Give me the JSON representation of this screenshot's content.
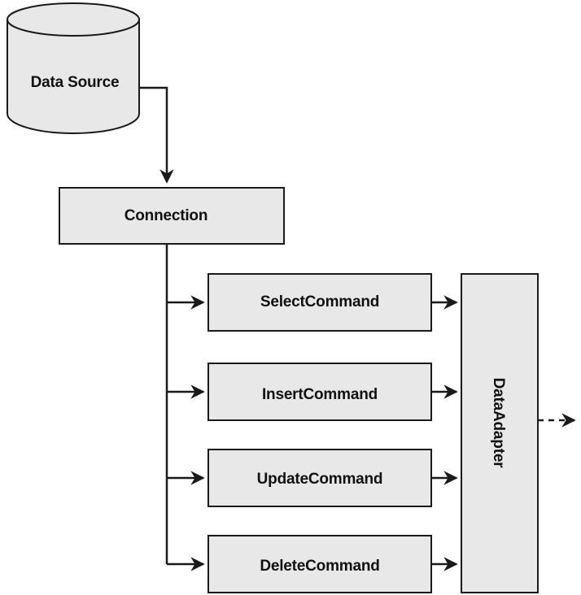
{
  "diagram": {
    "data_source": {
      "label": "Data Source"
    },
    "connection": {
      "label": "Connection"
    },
    "commands": [
      {
        "label": "SelectCommand"
      },
      {
        "label": "InsertCommand"
      },
      {
        "label": "UpdateCommand"
      },
      {
        "label": "DeleteCommand"
      }
    ],
    "data_adapter": {
      "label": "DataAdapter"
    }
  },
  "colors": {
    "box_fill": "#e8e8e8",
    "stroke": "#1a1a1a"
  }
}
